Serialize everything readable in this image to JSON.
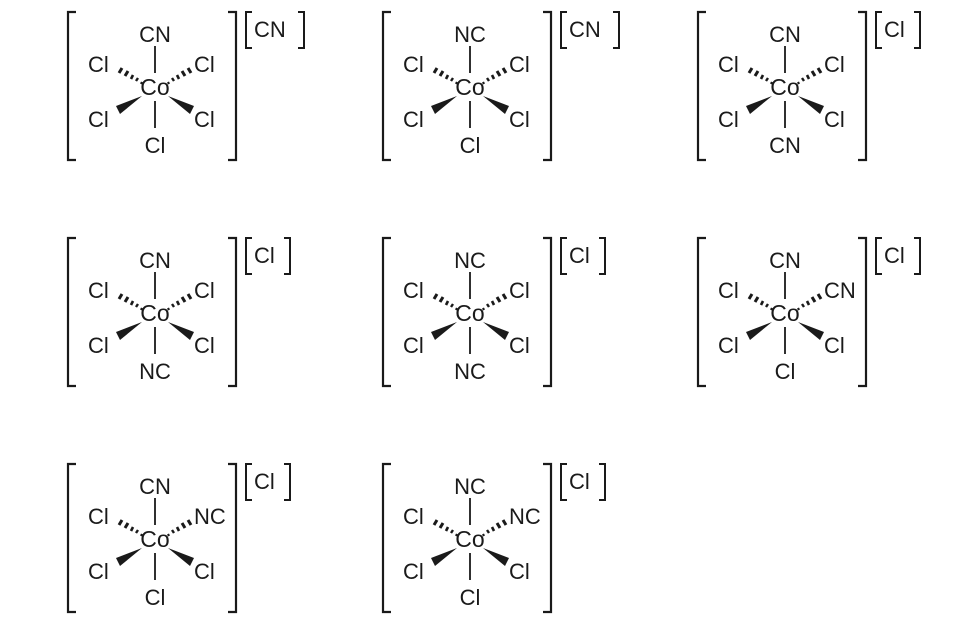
{
  "figure": {
    "description": "Eight octahedral cobalt complex isomers with counter-ions",
    "metal": "Co",
    "complexes": [
      {
        "id": 1,
        "top": "CN",
        "upper_left": "Cl",
        "upper_right": "Cl",
        "lower_left": "Cl",
        "lower_right": "Cl",
        "bottom": "Cl",
        "counter_ion": "CN"
      },
      {
        "id": 2,
        "top": "NC",
        "upper_left": "Cl",
        "upper_right": "Cl",
        "lower_left": "Cl",
        "lower_right": "Cl",
        "bottom": "Cl",
        "counter_ion": "CN"
      },
      {
        "id": 3,
        "top": "CN",
        "upper_left": "Cl",
        "upper_right": "Cl",
        "lower_left": "Cl",
        "lower_right": "Cl",
        "bottom": "CN",
        "counter_ion": "Cl"
      },
      {
        "id": 4,
        "top": "CN",
        "upper_left": "Cl",
        "upper_right": "Cl",
        "lower_left": "Cl",
        "lower_right": "Cl",
        "bottom": "NC",
        "counter_ion": "Cl"
      },
      {
        "id": 5,
        "top": "NC",
        "upper_left": "Cl",
        "upper_right": "Cl",
        "lower_left": "Cl",
        "lower_right": "Cl",
        "bottom": "NC",
        "counter_ion": "Cl"
      },
      {
        "id": 6,
        "top": "CN",
        "upper_left": "Cl",
        "upper_right": "CN",
        "lower_left": "Cl",
        "lower_right": "Cl",
        "bottom": "Cl",
        "counter_ion": "Cl"
      },
      {
        "id": 7,
        "top": "CN",
        "upper_left": "Cl",
        "upper_right": "NC",
        "lower_left": "Cl",
        "lower_right": "Cl",
        "bottom": "Cl",
        "counter_ion": "Cl"
      },
      {
        "id": 8,
        "top": "NC",
        "upper_left": "Cl",
        "upper_right": "NC",
        "lower_left": "Cl",
        "lower_right": "Cl",
        "bottom": "Cl",
        "counter_ion": "Cl"
      }
    ]
  },
  "colors": {
    "ink": "#1a1a1a",
    "background": "#ffffff"
  }
}
